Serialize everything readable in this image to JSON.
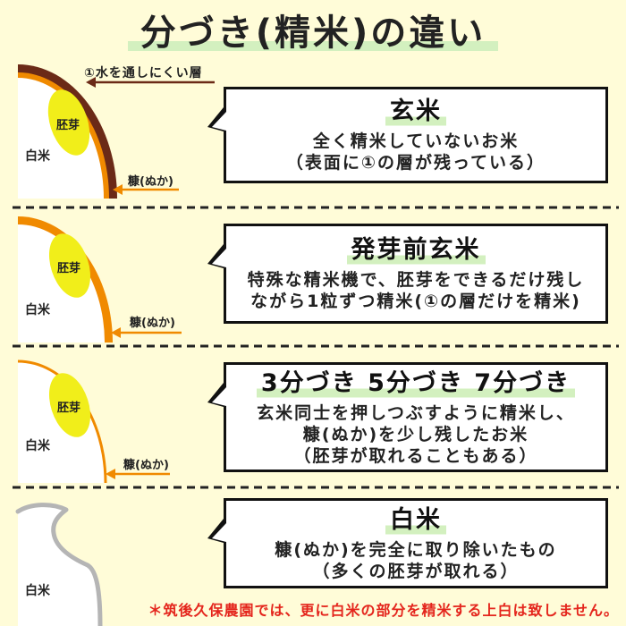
{
  "title": "分づき(精米)の違い",
  "rows": [
    {
      "illustration": {
        "layer_label": "①水を通しにくい層",
        "embryo": "胚芽",
        "white_rice": "白米",
        "bran": "糠(ぬか)"
      },
      "bubble": {
        "heading": "玄米",
        "lines": [
          "全く精米していないお米",
          "（表面に①の層が残っている）"
        ]
      }
    },
    {
      "illustration": {
        "embryo": "胚芽",
        "white_rice": "白米",
        "bran": "糠(ぬか)"
      },
      "bubble": {
        "heading": "発芽前玄米",
        "lines": [
          "特殊な精米機で、胚芽をできるだけ残し",
          "ながら1粒ずつ精米(①の層だけを精米)"
        ]
      }
    },
    {
      "illustration": {
        "embryo": "胚芽",
        "white_rice": "白米",
        "bran": "糠(ぬか)"
      },
      "bubble": {
        "heading": "3分づき 5分づき 7分づき",
        "lines": [
          "玄米同士を押しつぶすように精米し、",
          "糠(ぬか)を少し残したお米",
          "（胚芽が取れることもある）"
        ]
      }
    },
    {
      "illustration": {
        "white_rice": "白米"
      },
      "bubble": {
        "heading": "白米",
        "lines": [
          "糠(ぬか)を完全に取り除いたもの",
          "（多くの胚芽が取れる）"
        ]
      }
    }
  ],
  "footnote": "＊筑後久保農園では、更に白米の部分を精米する上白は致しません。",
  "colors": {
    "background": "#fffcd8",
    "highlight_green": "#d3f0bf",
    "outer_layer_brown": "#6b2a17",
    "bran_orange": "#f08a00",
    "embryo_yellow": "#f1ee1a",
    "polished_rice_grey": "#b5b5b5",
    "footnote_red": "#e4251c",
    "text": "#222222",
    "bubble_border": "#111111"
  }
}
